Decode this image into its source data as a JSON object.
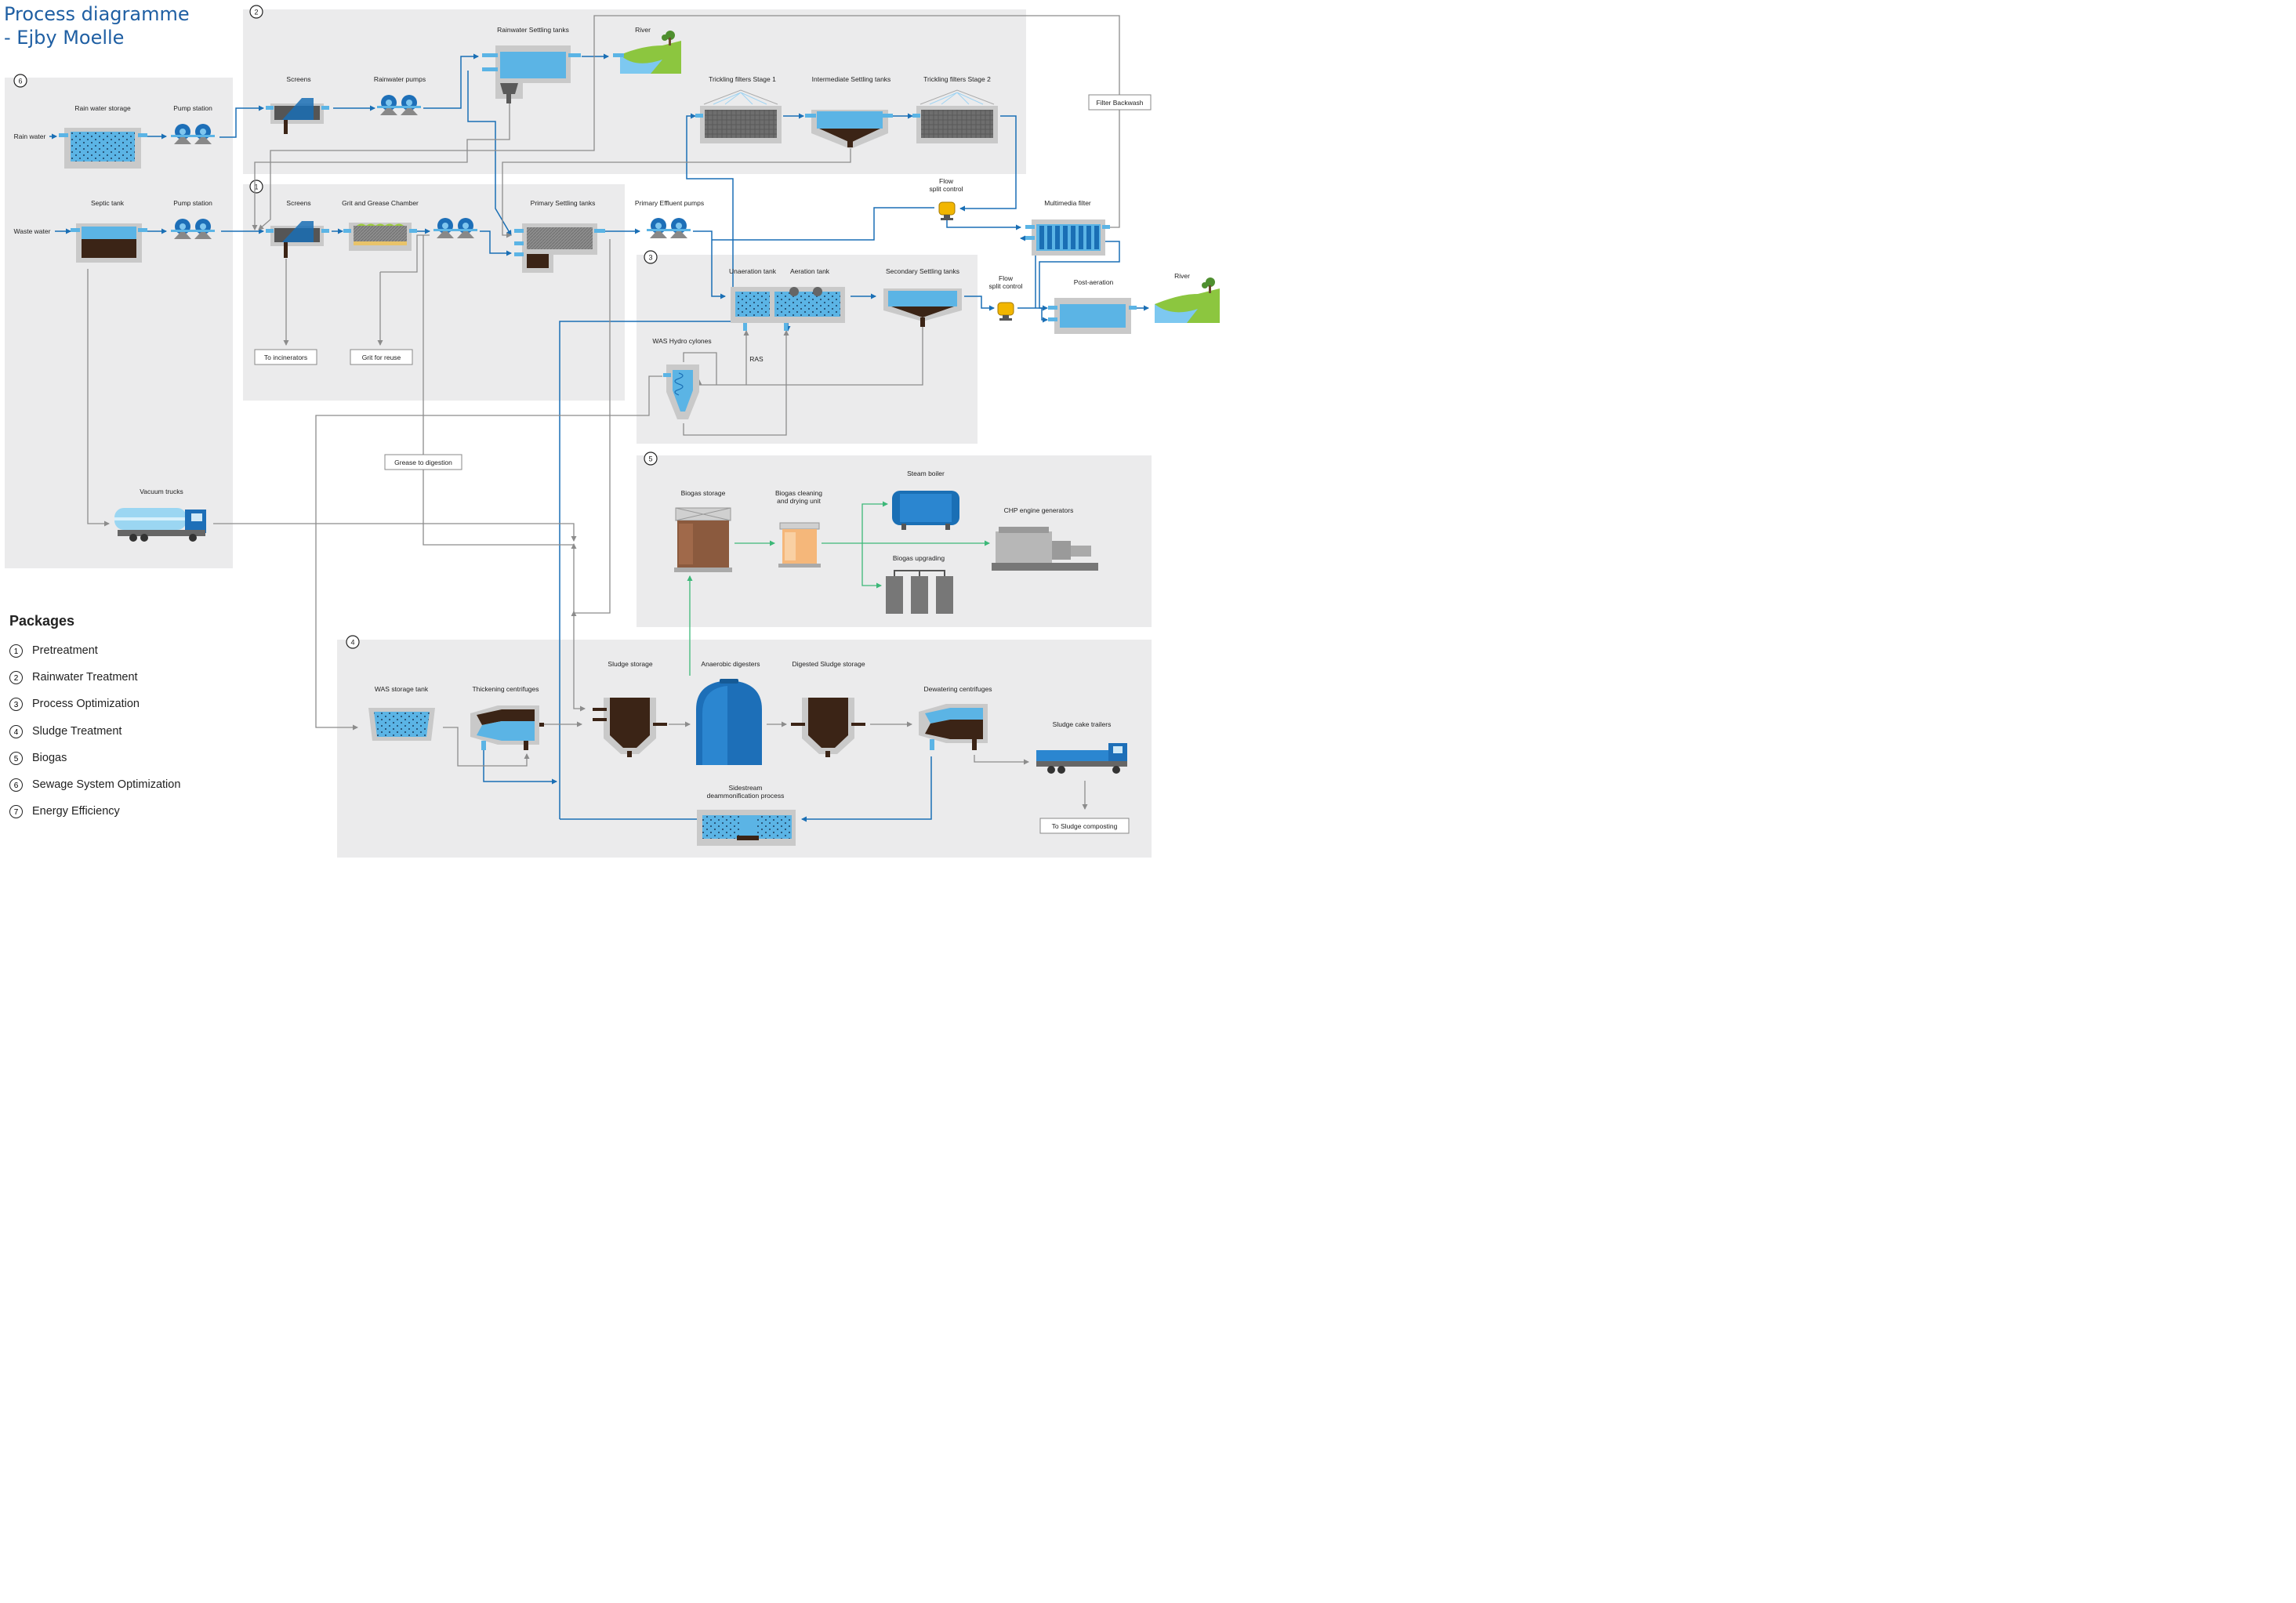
{
  "title_line1": "Process diagramme",
  "title_line2": "- Ejby Moelle",
  "legend_title": "Packages",
  "packages": [
    {
      "num": "1",
      "label": "Pretreatment"
    },
    {
      "num": "2",
      "label": "Rainwater Treatment"
    },
    {
      "num": "3",
      "label": "Process Optimization"
    },
    {
      "num": "4",
      "label": "Sludge Treatment"
    },
    {
      "num": "5",
      "label": "Biogas"
    },
    {
      "num": "6",
      "label": "Sewage System Optimization"
    },
    {
      "num": "7",
      "label": "Energy Efficiency"
    }
  ],
  "zone_numbers": {
    "z1": "1",
    "z2": "2",
    "z3": "3",
    "z4": "4",
    "z5": "5",
    "z6": "6"
  },
  "labels": {
    "rain_water": "Rain water",
    "waste_water": "Waste water",
    "rain_water_storage": "Rain water storage",
    "pump_station_1": "Pump station",
    "septic_tank": "Septic tank",
    "pump_station_2": "Pump station",
    "vacuum_trucks": "Vacuum trucks",
    "screens_rain": "Screens",
    "rainwater_pumps": "Rainwater pumps",
    "rainwater_settling_tanks": "Rainwater Settling tanks",
    "river_top": "River",
    "trickling_filters_1": "Trickling filters Stage 1",
    "intermediate_settling": "Intermediate Settling tanks",
    "trickling_filters_2": "Trickling filters Stage 2",
    "filter_backwash": "Filter Backwash",
    "screens_pre": "Screens",
    "grit_grease": "Grit and Grease Chamber",
    "primary_settling": "Primary Settling tanks",
    "primary_effluent_pumps": "Primary Effluent pumps",
    "to_incinerators": "To incinerators",
    "grit_reuse": "Grit for reuse",
    "grease_digestion": "Grease to digestion",
    "flow_split_1a": "Flow",
    "flow_split_1b": "split control",
    "multimedia_filter": "Multimedia filter",
    "unaeration_tank": "Unaeration tank",
    "aeration_tank": "Aeration tank",
    "secondary_settling": "Secondary Settling tanks",
    "flow_split_2a": "Flow",
    "flow_split_2b": "split control",
    "post_aeration": "Post-aeration",
    "river_right": "River",
    "was_hydro": "WAS Hydro cylones",
    "ras": "RAS",
    "biogas_storage": "Biogas storage",
    "biogas_cleaning_a": "Biogas cleaning",
    "biogas_cleaning_b": "and drying unit",
    "steam_boiler": "Steam boiler",
    "chp": "CHP engine generators",
    "biogas_upgrading": "Biogas upgrading",
    "was_storage": "WAS storage tank",
    "thickening": "Thickening centrifuges",
    "sludge_storage": "Sludge storage",
    "anaerobic": "Anaerobic digesters",
    "digested_storage": "Digested Sludge storage",
    "dewatering": "Dewatering centrifuges",
    "sludge_cake": "Sludge cake trailers",
    "to_composting": "To Sludge composting",
    "sidestream_a": "Sidestream",
    "sidestream_b": "deammonification process"
  },
  "colors": {
    "zone_bg": "#ebebec",
    "water": "#5bb4e5",
    "water_line": "#1a6fb5",
    "sludge_line": "#8c8c8c",
    "gas_line": "#3cb878",
    "sludge": "#3b2416",
    "tank_grey": "#c9c9c9",
    "title": "#1f5fa3"
  }
}
